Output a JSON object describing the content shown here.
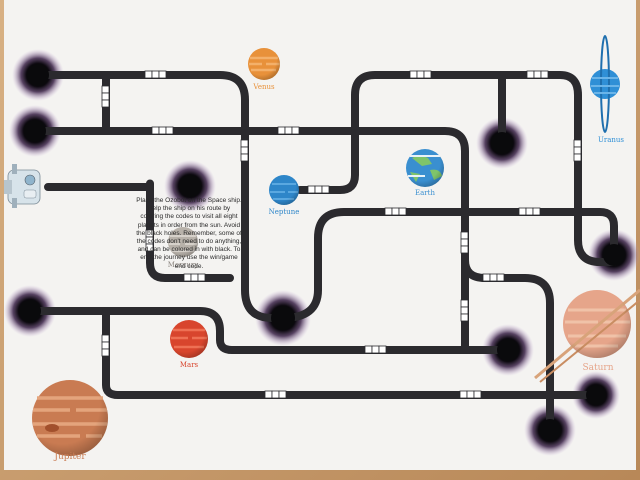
{
  "title": "Ozobot Space Mission map",
  "instructions": "Place the Ozobot on the Space ship. Help the ship on his route by coloring the codes to visit all eight planets in order from the sun. Avoid the black holes. Remember, some of the codes don't need to do anything, and can be colored in with black. To end the journey use the win/game end code.",
  "planets": [
    {
      "name": "Venus",
      "color": "#e8913a"
    },
    {
      "name": "Neptune",
      "color": "#2e86c9"
    },
    {
      "name": "Earth",
      "color": "#3a8fd0"
    },
    {
      "name": "Uranus",
      "color": "#2f8fd6"
    },
    {
      "name": "Mercury",
      "color": "#b8b2aa"
    },
    {
      "name": "Mars",
      "color": "#d8452d"
    },
    {
      "name": "Saturn",
      "color": "#e6a58a"
    },
    {
      "name": "Jupiter",
      "color": "#c97b52"
    }
  ],
  "colors": {
    "track": "#2b2a2e",
    "hole_glow": "#6a3d8a",
    "paper": "#f4f3f1",
    "table": "#c9a070"
  }
}
